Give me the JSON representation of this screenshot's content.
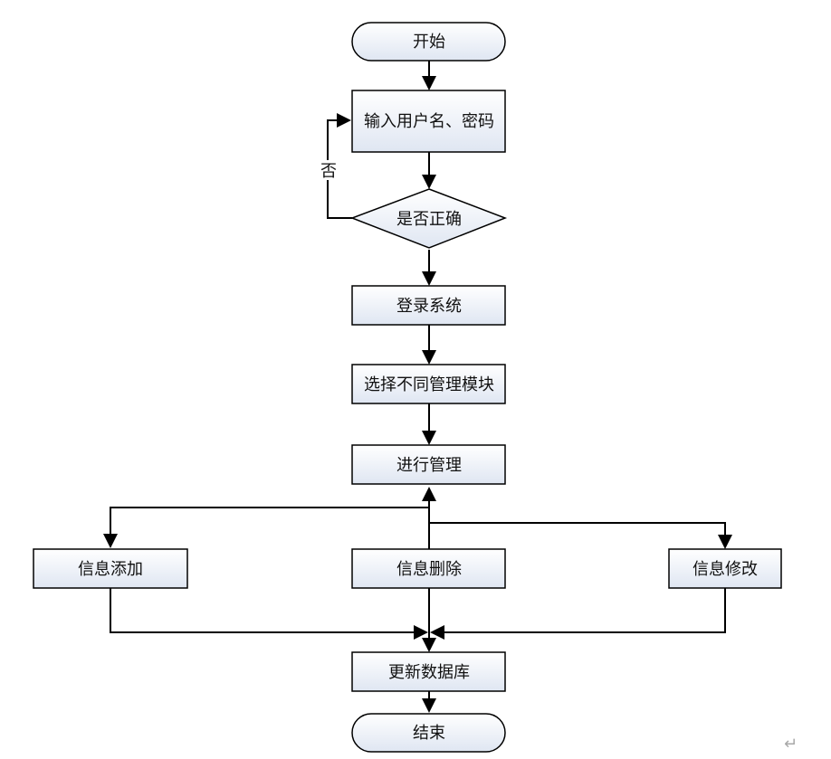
{
  "diagram": {
    "nodes": {
      "start": "开始",
      "input": "输入用户名、密码",
      "check": "是否正确",
      "login": "登录系统",
      "select": "选择不同管理模块",
      "manage": "进行管理",
      "add": "信息添加",
      "delete": "信息删除",
      "modify": "信息修改",
      "update": "更新数据库",
      "end": "结束"
    },
    "edge_labels": {
      "no": "否"
    },
    "return_mark": "↵"
  },
  "colors": {
    "stroke": "#000000",
    "box_fill_top": "#ffffff",
    "box_fill_bottom": "#dfe6f2",
    "text": "#111111"
  }
}
